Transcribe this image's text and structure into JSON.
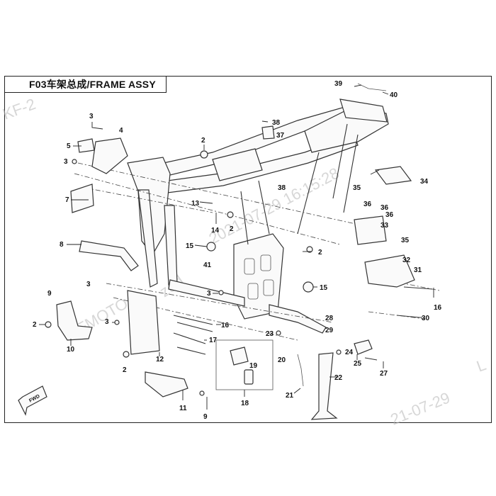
{
  "title": "F03车架总成/FRAME ASSY",
  "watermarks": [
    "KF-2",
    "CFMOTO",
    "2021-07-29 16:15:28",
    "21-07-29",
    "zqd",
    "L"
  ],
  "fwd_label": "FWD",
  "callouts": [
    "39",
    "40",
    "38",
    "37",
    "3",
    "4",
    "5",
    "3",
    "2",
    "7",
    "13",
    "14",
    "2",
    "38",
    "35",
    "36",
    "36",
    "36",
    "34",
    "33",
    "35",
    "8",
    "15",
    "41",
    "2",
    "32",
    "31",
    "3",
    "3",
    "9",
    "3",
    "15",
    "2",
    "16",
    "30",
    "28",
    "23",
    "29",
    "24",
    "20",
    "19",
    "12",
    "17",
    "10",
    "2",
    "25",
    "27",
    "22",
    "21",
    "11",
    "9",
    "18",
    "16"
  ]
}
